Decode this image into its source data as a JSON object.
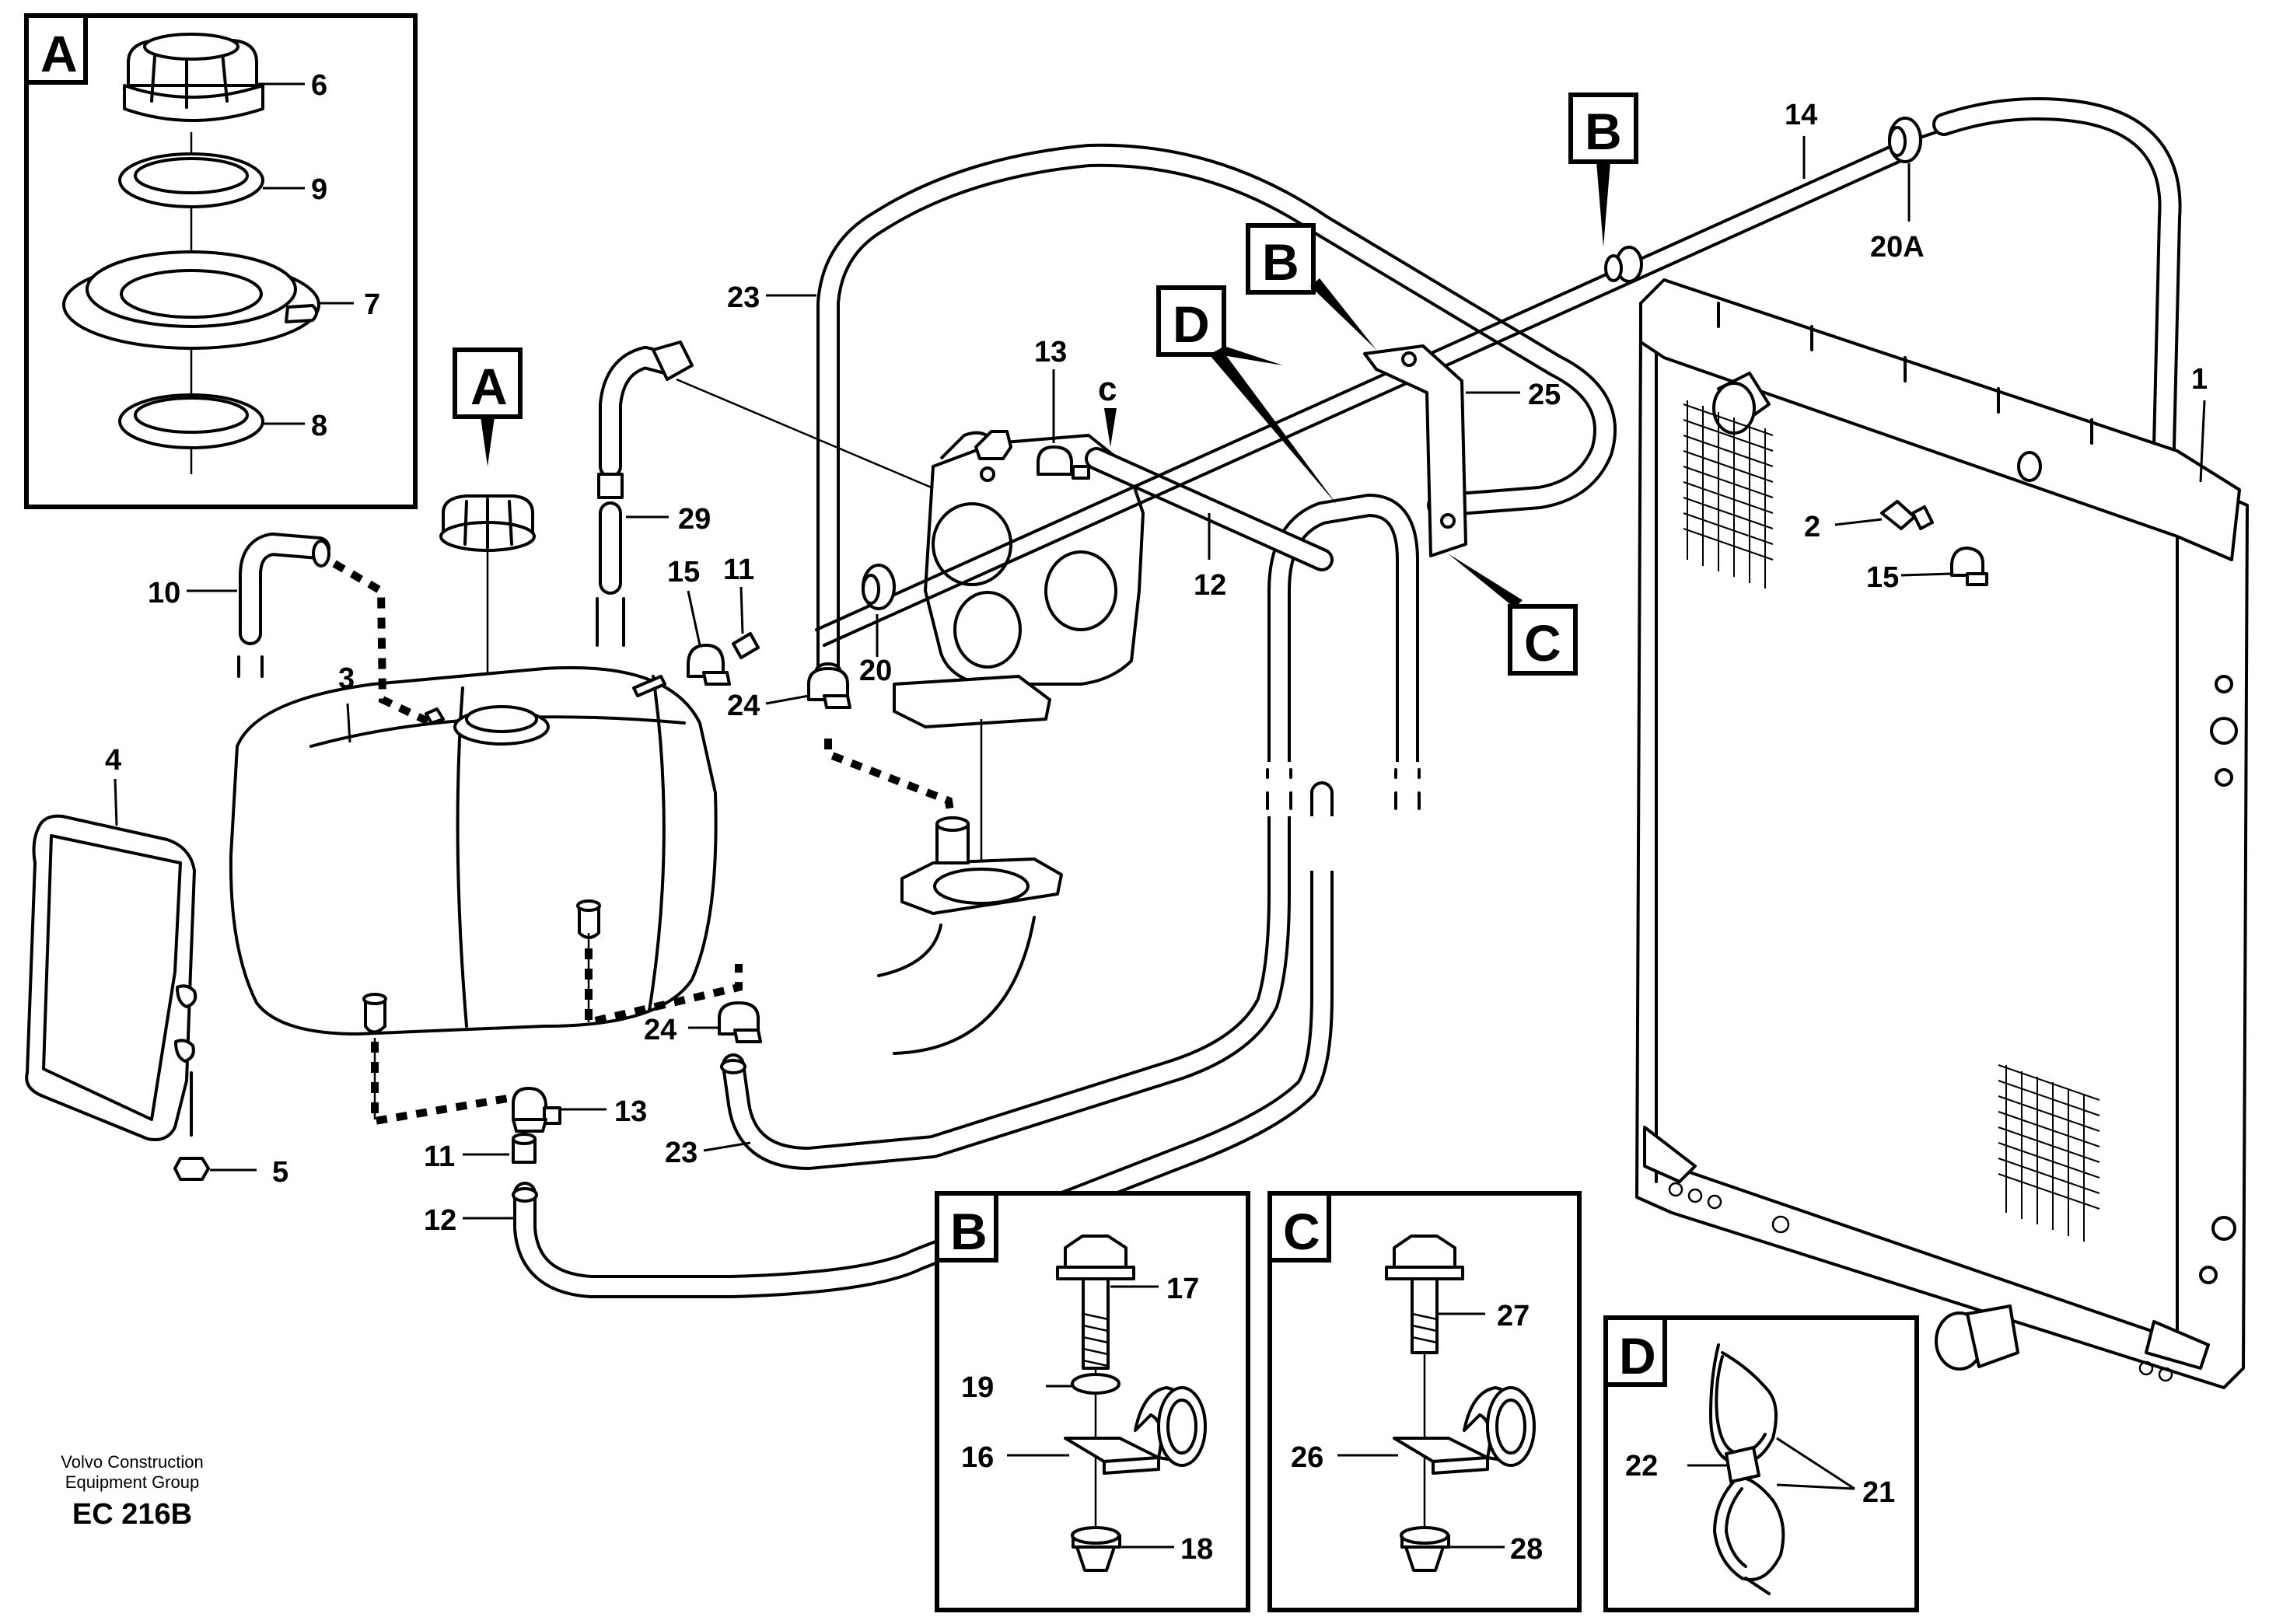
{
  "footer": {
    "company_line1": "Volvo Construction",
    "company_line2": "Equipment Group",
    "code": "EC 216B"
  },
  "detail_views": {
    "A": "A",
    "B": "B",
    "C": "C",
    "D": "D"
  },
  "reference_letters": {
    "A": "A",
    "B1": "B",
    "B2": "B",
    "C": "C",
    "D": "D",
    "c_lower": "c"
  },
  "part_numbers": {
    "p1": "1",
    "p2": "2",
    "p3": "3",
    "p4": "4",
    "p5": "5",
    "p6": "6",
    "p7": "7",
    "p8": "8",
    "p9": "9",
    "p10": "10",
    "p11a": "11",
    "p11b": "11",
    "p12a": "12",
    "p12b": "12",
    "p13a": "13",
    "p13b": "13",
    "p14": "14",
    "p15a": "15",
    "p15b": "15",
    "p16": "16",
    "p17": "17",
    "p18": "18",
    "p19": "19",
    "p20": "20",
    "p20A": "20A",
    "p21": "21",
    "p22": "22",
    "p23a": "23",
    "p23b": "23",
    "p24a": "24",
    "p24b": "24",
    "p25": "25",
    "p26": "26",
    "p27": "27",
    "p28": "28",
    "p29": "29"
  }
}
